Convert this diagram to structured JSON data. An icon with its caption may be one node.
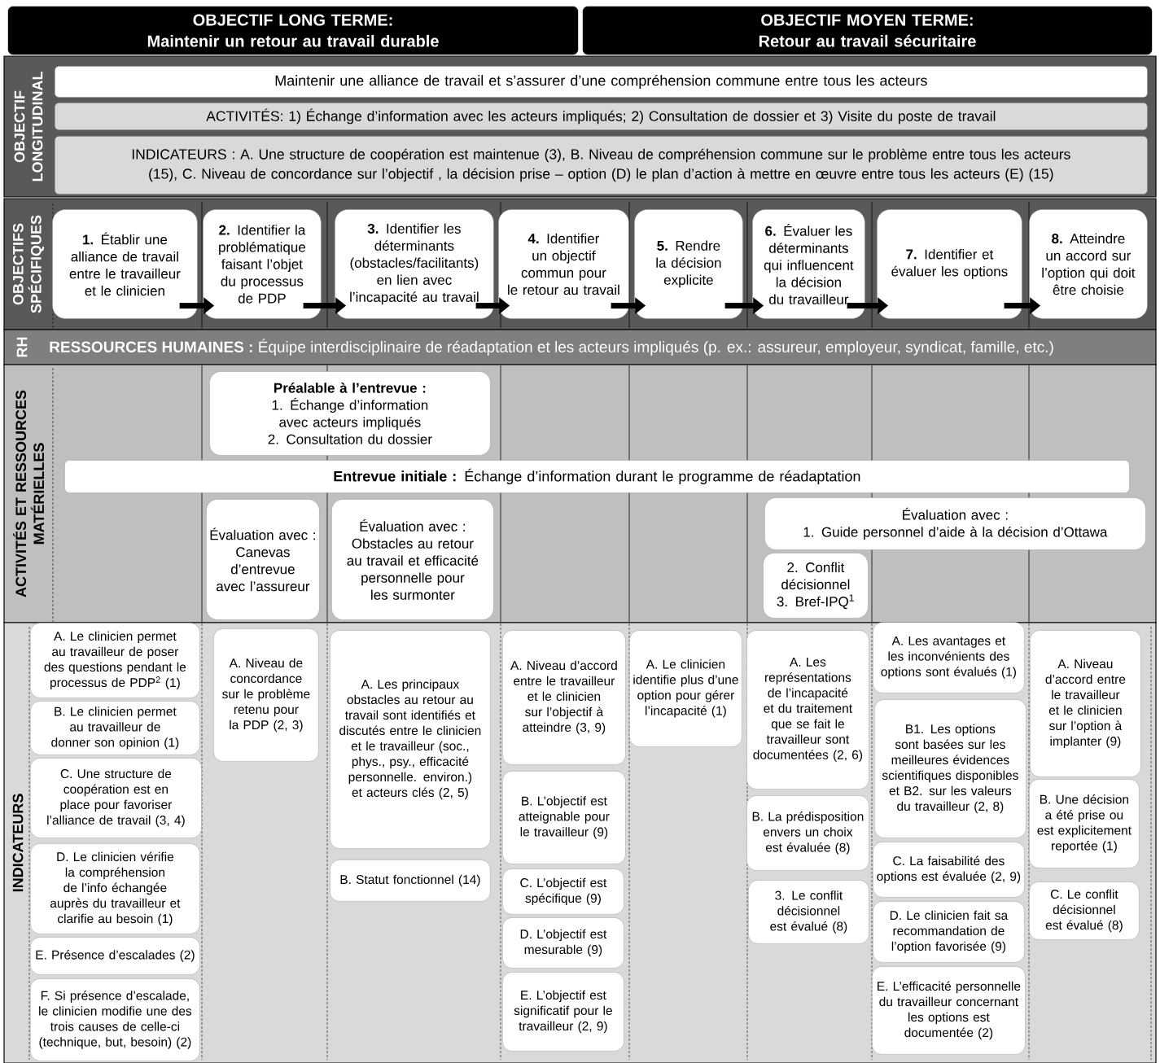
{
  "diagram": {
    "nodes": [
      {
        "text": [
          "OBJECTIF LONG TERME:",
          "Maintenir un retour au travail durable"
        ]
      },
      {
        "text": [
          "OBJECTIF MOYEN TERME:",
          "Retour au travail sécuritaire"
        ]
      },
      {
        "text": [
          "OBJECTIF LONGITUDINAL"
        ]
      },
      {
        "text": [
          "Maintenir une alliance de travail et s’assurer d’une compréhension commune entre tous les acteurs"
        ],
        "in": 2
      },
      {
        "text": [
          "ACTIVITÉS: 1) Échange d’information avec les acteurs impliqués; 2) Consultation de dossier et 3) Visite du poste de travail"
        ],
        "in": 2
      },
      {
        "text": [
          "INDICATEURS : A. Une structure de coopération est maintenue (3), B. Niveau de compréhension commune sur le problème entre tous les acteurs (15), C. Niveau de concordance sur l’objectif , la décision prise – option (D) le plan d’action à mettre en œuvre entre tous les acteurs (E) (15)"
        ],
        "in": 2
      },
      {
        "text": [
          "OBJECTIFS SPÉCIFIQUES"
        ]
      },
      {
        "text": [
          "**1.** Établir une alliance de travail entre le travailleur et le clinicien"
        ],
        "in": 6
      },
      {
        "text": [
          "**2.** Identifier la problématique faisant l’objet du processus de PDP"
        ],
        "in": 6
      },
      {
        "text": [
          "**3.** Identifier les déterminants (obstacles/facilitants) en lien avec l’incapacité au travail"
        ],
        "in": 6
      },
      {
        "text": [
          "**4.** Identifier un objectif commun pour le retour au travail"
        ],
        "in": 6
      },
      {
        "text": [
          "**5.** Rendre la décision explicite"
        ],
        "in": 6
      },
      {
        "text": [
          "**6.** Évaluer les déterminants qui influencent la décision du travailleur"
        ],
        "in": 6
      },
      {
        "text": [
          "**7.** Identifier et évaluer les options"
        ],
        "in": 6
      },
      {
        "text": [
          "**8.** Atteindre un accord sur l’option qui doit être choisie"
        ],
        "in": 6
      },
      {
        "text": [
          "RH",
          "**RESSOURCES HUMAINES :** Équipe interdisciplinaire de réadaptation et les acteurs impliqués (p. ex.: assureur, employeur, syndicat, famille, etc.)"
        ]
      },
      {
        "text": [
          "ACTIVITÉS ET RESSOURCES MATÉRIELLES"
        ]
      },
      {
        "text": [
          "Préalable à l’entrevue :",
          "1. Échange d’information avec acteurs impliqués",
          "2. Consultation du dossier"
        ],
        "in": 16
      },
      {
        "text": [
          "**Entrevue initiale :** Échange d’information durant le programme de réadaptation"
        ],
        "in": 16
      },
      {
        "text": [
          "Évaluation avec :",
          "Canevas d’entrevue avec l’assureur"
        ],
        "in": 16
      },
      {
        "text": [
          "Évaluation avec :",
          "Obstacles au retour au travail et efficacité personnelle pour les surmonter"
        ],
        "in": 16
      },
      {
        "text": [
          "Évaluation avec :",
          "1. Guide personnel d’aide à la décision d’Ottawa"
        ],
        "in": 16
      },
      {
        "text": [
          "2. Conflit décisionnel",
          "3. Bref-IPQ$^{1}$"
        ],
        "in": 16
      },
      {
        "text": [
          "INDICATEURS"
        ]
      },
      {
        "text": [
          "A. Le clinicien permet au travailleur de poser des questions pendant le processus de PDP$^{2}$ (1)"
        ],
        "in": 23
      },
      {
        "text": [
          "B. Le clinicien permet au travailleur de donner son opinion (1)"
        ],
        "in": 23
      },
      {
        "text": [
          "C. Une structure de coopération est en place pour favoriser l’alliance de travail (3, 4)"
        ],
        "in": 23
      },
      {
        "text": [
          "D. Le clinicien vérifie la compréhension de l’info échangée auprès du travailleur et clarifie au besoin (1)"
        ],
        "in": 23
      },
      {
        "text": [
          "E. Présence d’escalades (2)"
        ],
        "in": 23
      },
      {
        "text": [
          "F. Si présence d’escalade, le clinicien modifie une des trois causes de celle-ci (technique, but, besoin) (2)"
        ],
        "in": 23
      },
      {
        "text": [
          "A. Niveau de concordance sur le problème retenu pour la PDP (2, 3)"
        ],
        "in": 23
      },
      {
        "text": [
          "A. Les principaux obstacles au retour au travail sont identifiés et discutés entre le clinicien et le travailleur (soc., phys., psy., efficacité personnelle. environ.) et acteurs clés (2, 5)"
        ],
        "in": 23
      },
      {
        "text": [
          "B. Statut fonctionnel (14)"
        ],
        "in": 23
      },
      {
        "text": [
          "A. Niveau d’accord entre le travailleur et le clinicien sur l’objectif à atteindre (3, 9)"
        ],
        "in": 23
      },
      {
        "text": [
          "B. L’objectif est atteignable pour le travailleur (9)"
        ],
        "in": 23
      },
      {
        "text": [
          "C. L’objectif est spécifique (9)"
        ],
        "in": 23
      },
      {
        "text": [
          "D. L’objectif est mesurable (9)"
        ],
        "in": 23
      },
      {
        "text": [
          "E. L’objectif est significatif pour le travailleur (2, 9)"
        ],
        "in": 23
      },
      {
        "text": [
          "A. Le clinicien identifie plus d’une option pour gérer l’incapacité (1)"
        ],
        "in": 23
      },
      {
        "text": [
          "A. Les représentations de l’incapacité et du traitement que se fait le travailleur sont documentées (2, 6)"
        ],
        "in": 23
      },
      {
        "text": [
          "B. La prédisposition envers un choix est évaluée (8)"
        ],
        "in": 23
      },
      {
        "text": [
          "3. Le conflit décisionnel est évalué (8)"
        ],
        "in": 23
      },
      {
        "text": [
          "A. Les avantages et les inconvénients des options sont évalués (1)"
        ],
        "in": 23
      },
      {
        "text": [
          "B1. Les options sont basées sur les meilleures évidences scientifiques disponibles et B2. sur les valeurs du travailleur (2, 8)"
        ],
        "in": 23
      },
      {
        "text": [
          "C. La faisabilité des options est évaluée (2, 9)"
        ],
        "in": 23
      },
      {
        "text": [
          "D. Le clinicien fait sa recommandation de l’option favorisée (9)"
        ],
        "in": 23
      },
      {
        "text": [
          "E. L’efficacité personnelle du travailleur concernant les options est documentée (2)"
        ],
        "in": 23
      },
      {
        "text": [
          "A. Niveau d’accord entre le travailleur et le clinicien sur l’option à implanter (9)"
        ],
        "in": 23
      },
      {
        "text": [
          "B. Une décision a été prise ou est explicitement reportée (1)"
        ],
        "in": 23
      },
      {
        "text": [
          "C. Le conflit décisionnel est évalué (8)"
        ],
        "in": 23
      }
    ],
    "edges": [
      {
        "from": 7,
        "to": 8,
        "arrow": "to"
      },
      {
        "from": 8,
        "to": 9,
        "arrow": "to"
      },
      {
        "from": 9,
        "to": 10,
        "arrow": "to"
      },
      {
        "from": 10,
        "to": 11,
        "arrow": "to"
      },
      {
        "from": 11,
        "to": 12,
        "arrow": "to"
      },
      {
        "from": 12,
        "to": 13,
        "arrow": "to"
      },
      {
        "from": 13,
        "to": 14,
        "arrow": "to"
      }
    ]
  }
}
